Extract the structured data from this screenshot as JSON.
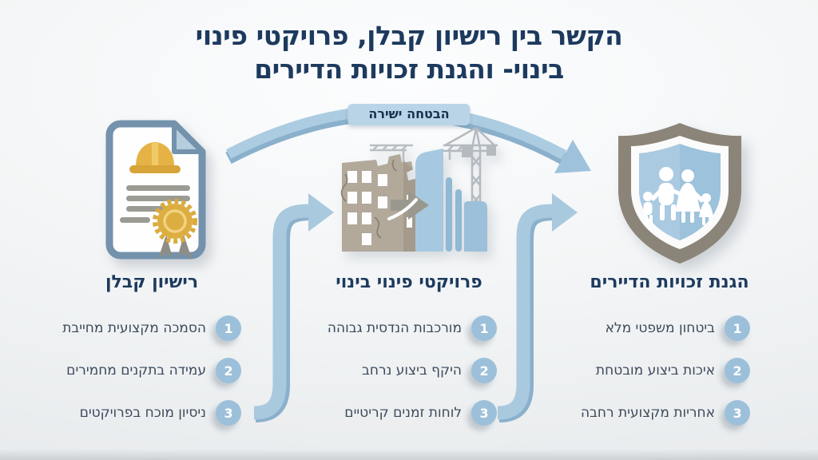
{
  "title": {
    "line1": "הקשר בין רישיון קבלן, פרויקטי פינוי",
    "line2": "בינוי- והגנת זכויות הדיירים"
  },
  "banner": {
    "label": "הבטחה ישירה"
  },
  "columns": [
    {
      "id": "license",
      "header": "רישיון קבלן",
      "icon": "certificate-hardhat-icon",
      "items": [
        {
          "num": "1",
          "text": "הסמכה מקצועית מחייבת"
        },
        {
          "num": "2",
          "text": "עמידה בתקנים מחמירים"
        },
        {
          "num": "3",
          "text": "ניסיון מוכח בפרויקטים"
        }
      ]
    },
    {
      "id": "projects",
      "header": "פרויקטי פינוי בינוי",
      "icon": "urban-renewal-buildings-icon",
      "items": [
        {
          "num": "1",
          "text": "מורכבות הנדסית גבוהה"
        },
        {
          "num": "2",
          "text": "היקף ביצוע נרחב"
        },
        {
          "num": "3",
          "text": "לוחות זמנים קריטיים"
        }
      ]
    },
    {
      "id": "tenant-rights",
      "header": "הגנת זכויות הדיירים",
      "icon": "shield-family-icon",
      "items": [
        {
          "num": "1",
          "text": "ביטחון משפטי מלא"
        },
        {
          "num": "2",
          "text": "איכות ביצוע מובטחת"
        },
        {
          "num": "3",
          "text": "אחריות מקצועית רחבה"
        }
      ]
    }
  ],
  "colors": {
    "title_navy": "#1d3a5e",
    "arrow_blue": "#a9c9df",
    "arrow_blue_dark": "#8ab0cc",
    "badge_blue": "#9cc0da",
    "banner_blue": "#b9d4e7",
    "gold": "#dcae41",
    "shield_taupe": "#8b8478",
    "old_building": "#b2a99b",
    "new_building": "#a6c9e1"
  }
}
